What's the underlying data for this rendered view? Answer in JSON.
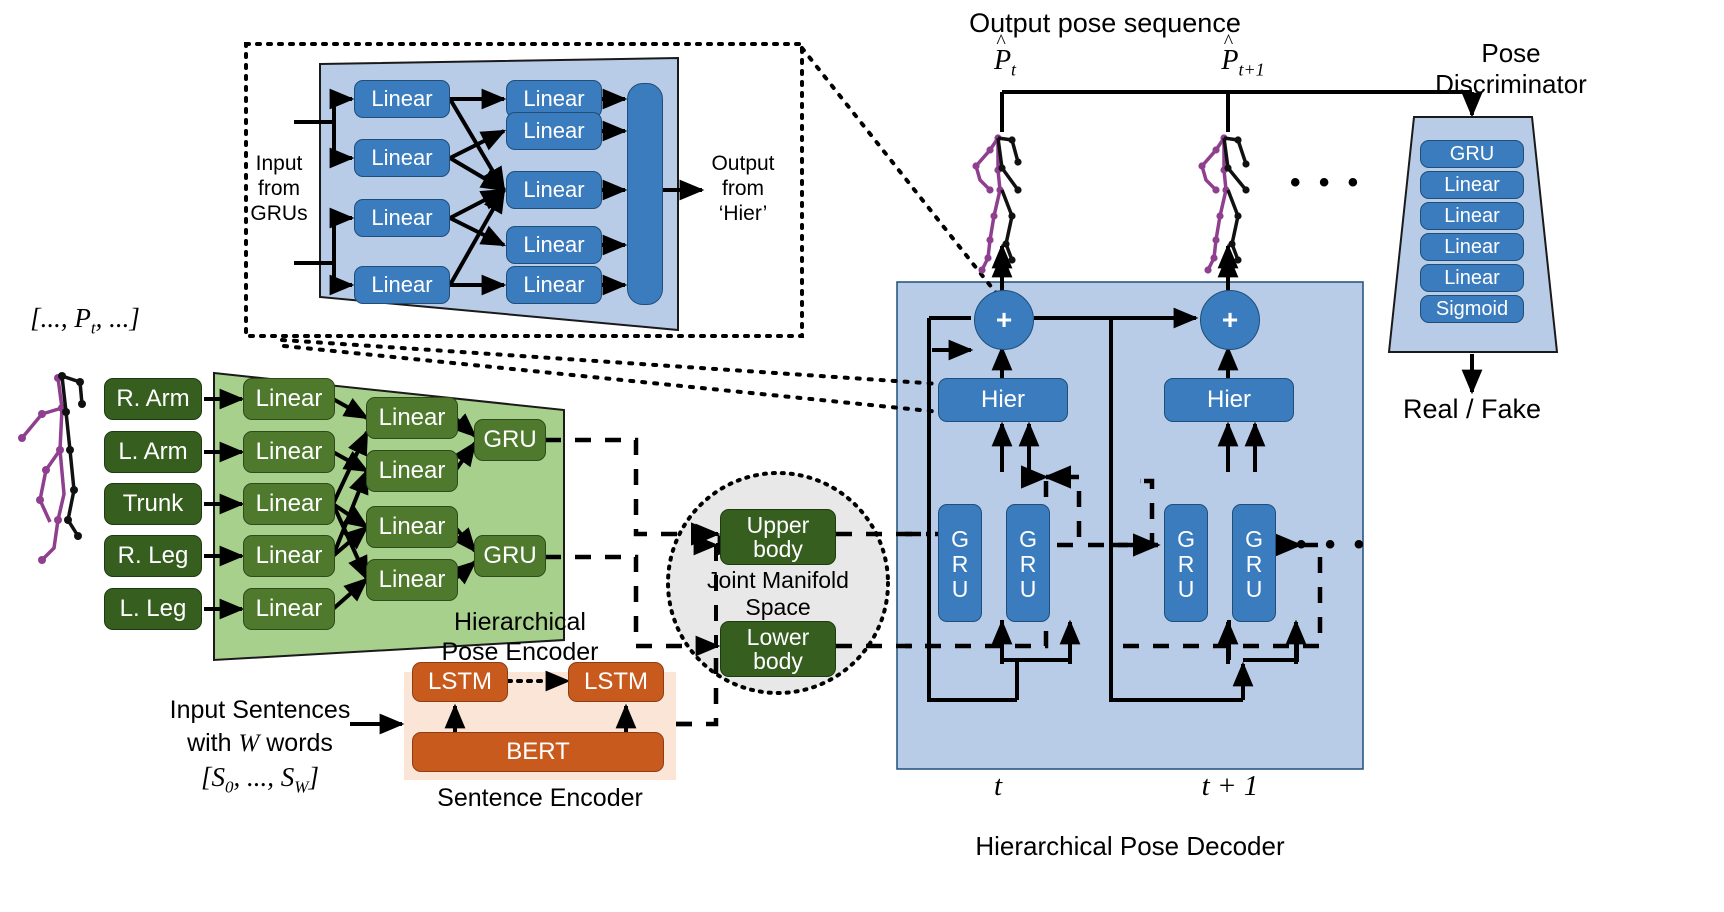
{
  "figure": {
    "title": "Hierarchical pose generation architecture",
    "colors": {
      "blue_node": "#3a7cbe",
      "blue_panel": "#b8cce8",
      "dark_green_node": "#365e1f",
      "mid_green_node": "#4f7a2e",
      "green_panel": "#a8d08d",
      "orange_node": "#c85a1e",
      "orange_panel": "#fbe5d6",
      "manifold_panel": "#e8e8e8",
      "skeleton_purple": "#8e3f8e",
      "skeleton_black": "#111111"
    }
  },
  "hier_detail": {
    "input_label": "Input\nfrom\nGRUs",
    "output_label": "Output\nfrom\n‘Hier’",
    "first_layer": [
      "Linear",
      "Linear",
      "Linear",
      "Linear"
    ],
    "second_layer": [
      "Linear",
      "Linear",
      "Linear",
      "Linear",
      "Linear"
    ],
    "concat_bar": "concat-bar"
  },
  "pose_input": {
    "sequence_label": "[..., P_t, ...]",
    "body_parts": [
      "R. Arm",
      "L. Arm",
      "Trunk",
      "R. Leg",
      "L. Leg"
    ]
  },
  "encoder": {
    "caption": "Hierarchical\nPose Encoder",
    "caption_line1": "Hierarchical",
    "caption_line2": "Pose Encoder",
    "first_layer": [
      "Linear",
      "Linear",
      "Linear",
      "Linear",
      "Linear"
    ],
    "second_layer": [
      "Linear",
      "Linear",
      "Linear",
      "Linear"
    ],
    "grus": [
      "GRU",
      "GRU"
    ]
  },
  "sentence_encoder": {
    "caption": "Sentence Encoder",
    "input_line1": "Input Sentences",
    "input_line2": "with W words",
    "input_line3": "[S_0, ..., S_W]",
    "lstms": [
      "LSTM",
      "LSTM"
    ],
    "bert": "BERT"
  },
  "manifold": {
    "caption_line1": "Joint Manifold",
    "caption_line2": "Space",
    "nodes": [
      {
        "line1": "Upper",
        "line2": "body"
      },
      {
        "line1": "Lower",
        "line2": "body"
      }
    ]
  },
  "decoder": {
    "caption": "Hierarchical Pose Decoder",
    "timesteps": [
      {
        "label": "t",
        "hier": "Hier",
        "plus": "+",
        "grus": [
          "GRU",
          "GRU"
        ]
      },
      {
        "label": "t + 1",
        "hier": "Hier",
        "plus": "+",
        "grus": [
          "GRU",
          "GRU"
        ]
      }
    ],
    "ellipsis": "• • •"
  },
  "output": {
    "title": "Output pose sequence",
    "pose_labels": [
      "P̂_t",
      "P̂_t+1"
    ],
    "ellipsis": "• • •"
  },
  "discriminator": {
    "caption_line1": "Pose",
    "caption_line2": "Discriminator",
    "layers": [
      "GRU",
      "Linear",
      "Linear",
      "Linear",
      "Linear",
      "Sigmoid"
    ],
    "result": "Real / Fake"
  }
}
